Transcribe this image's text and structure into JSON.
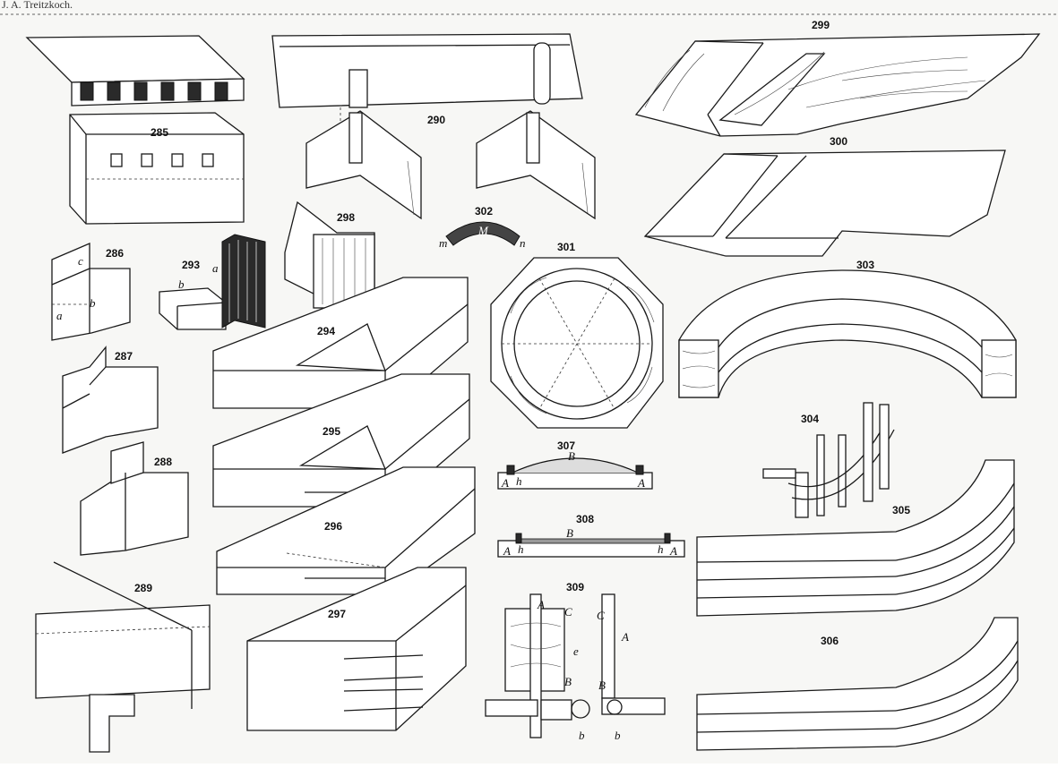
{
  "header": {
    "text": "J. A. Treitzkoch."
  },
  "figures": {
    "f285": "285",
    "f286": "286",
    "f287": "287",
    "f288": "288",
    "f289": "289",
    "f290": "290",
    "f293": "293",
    "f294": "294",
    "f295": "295",
    "f296": "296",
    "f297": "297",
    "f298": "298",
    "f299": "299",
    "f300": "300",
    "f301": "301",
    "f302": "302",
    "f303": "303",
    "f304": "304",
    "f305": "305",
    "f306": "306",
    "f307": "307",
    "f308": "308",
    "f309": "309"
  },
  "letters": {
    "c286": "c",
    "b286": "b",
    "a286": "a",
    "a293": "a",
    "b293": "b",
    "m302": "m",
    "n302": "n",
    "M302": "M",
    "A307a": "A",
    "h307": "h",
    "B307": "B",
    "A307b": "A",
    "A308a": "A",
    "h308a": "h",
    "B308": "B",
    "h308b": "h",
    "A308b": "A",
    "A309a": "A",
    "C309": "C",
    "e309": "e",
    "B309": "B",
    "b309a": "b",
    "C309b": "C",
    "A309b": "A",
    "B309b": "B",
    "b309b": "b"
  }
}
